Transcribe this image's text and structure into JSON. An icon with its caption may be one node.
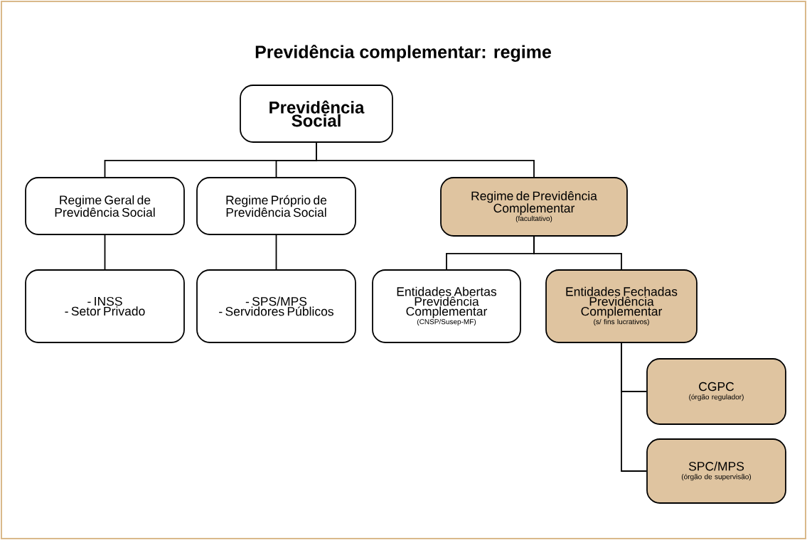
{
  "diagram": {
    "title": "Previdência complementar: regime",
    "nodes": [
      {
        "text": [
          "Previdência Social"
        ]
      },
      {
        "text": [
          "Regime Geral de Previdência Social"
        ]
      },
      {
        "text": [
          "Regime Próprio de Previdência Social"
        ]
      },
      {
        "text": [
          "Regime de Previdência Complementar",
          "(facultativo)"
        ]
      },
      {
        "text": [
          "- INSS",
          "- Setor Privado"
        ]
      },
      {
        "text": [
          "- SPS/MPS",
          "- Servidores Públicos"
        ]
      },
      {
        "text": [
          "Entidades Abertas Previdência Complementar",
          "(CNSP/Susep-MF)"
        ]
      },
      {
        "text": [
          "Entidades Fechadas Previdência Complementar",
          "(s/ fins lucrativos)"
        ]
      },
      {
        "text": [
          "CGPC",
          "(órgão regulador)"
        ]
      },
      {
        "text": [
          "SPC/MPS",
          "(órgão de supervisão)"
        ]
      }
    ],
    "edges": [
      {
        "from": 0,
        "to": 1,
        "arrow": "none"
      },
      {
        "from": 0,
        "to": 2,
        "arrow": "none"
      },
      {
        "from": 0,
        "to": 3,
        "arrow": "none"
      },
      {
        "from": 1,
        "to": 4,
        "arrow": "none"
      },
      {
        "from": 2,
        "to": 5,
        "arrow": "none"
      },
      {
        "from": 3,
        "to": 6,
        "arrow": "none"
      },
      {
        "from": 3,
        "to": 7,
        "arrow": "none"
      },
      {
        "from": 7,
        "to": 8,
        "arrow": "none"
      },
      {
        "from": 7,
        "to": 9,
        "arrow": "none"
      }
    ]
  }
}
